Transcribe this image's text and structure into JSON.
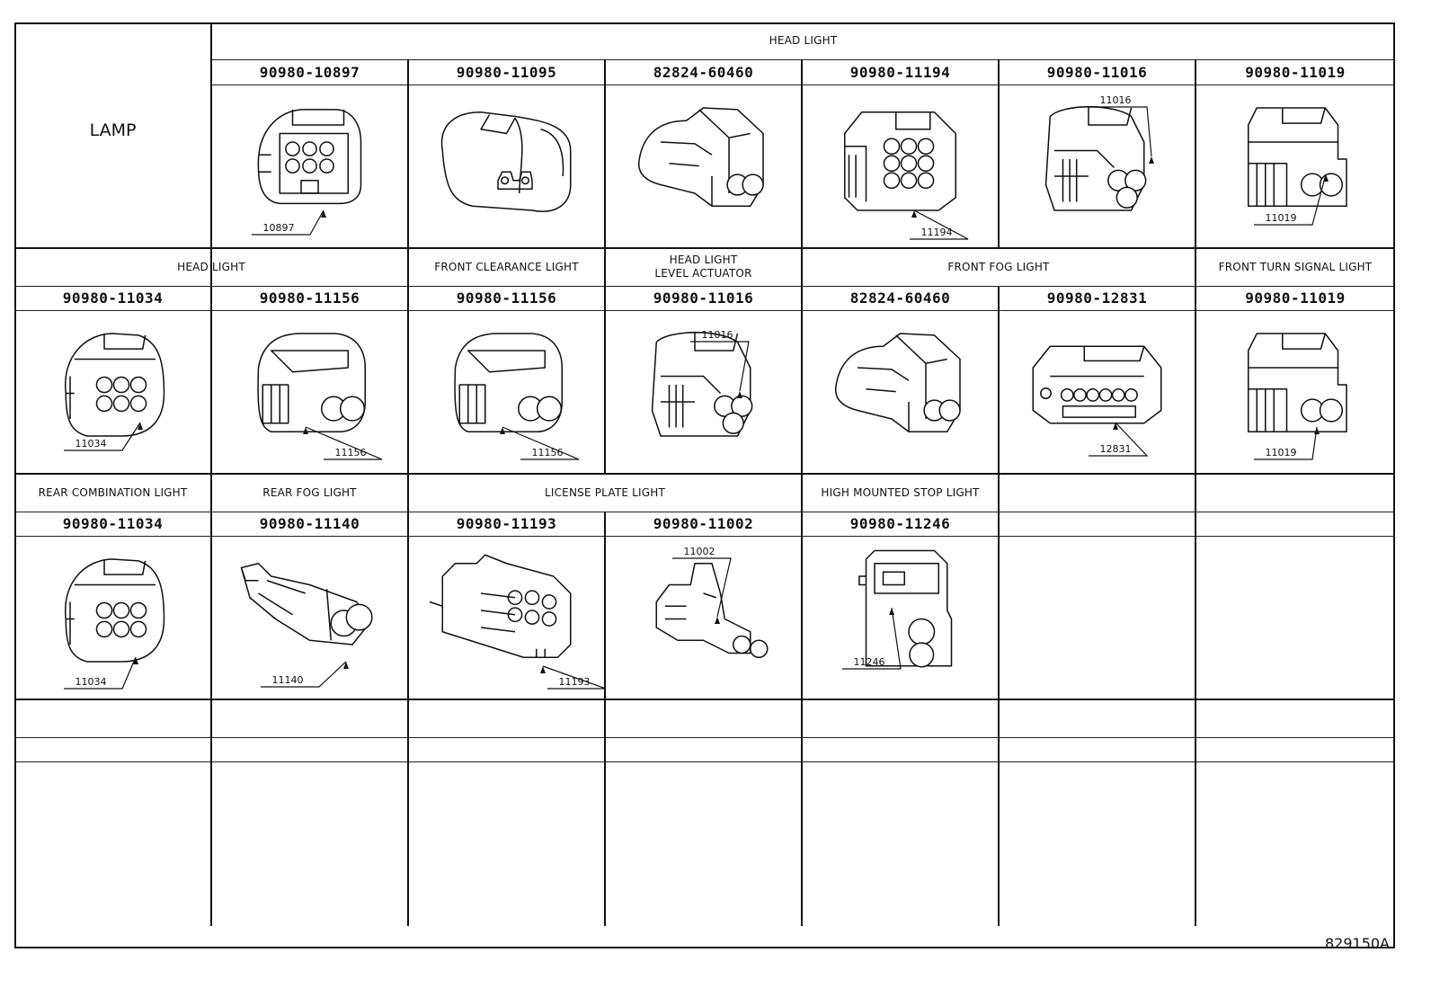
{
  "corner_label": "LAMP",
  "rows": [
    {
      "sections": [
        "HEAD LIGHT"
      ],
      "cells": [
        {
          "part_no": "90980-10897",
          "callout": "10897",
          "icon": "connector-8pin-icon"
        },
        {
          "part_no": "90980-11095",
          "callout": "",
          "icon": "connector-2pin-side-icon"
        },
        {
          "part_no": "82824-60460",
          "callout": "",
          "icon": "connector-2pin-wide-icon"
        },
        {
          "part_no": "90980-11194",
          "callout": "11194",
          "icon": "connector-6pin-icon"
        },
        {
          "part_no": "90980-11016",
          "callout": "11016",
          "icon": "connector-3pin-icon"
        },
        {
          "part_no": "90980-11019",
          "callout": "11019",
          "icon": "connector-2pin-square-icon"
        }
      ]
    },
    {
      "sections": [
        "HEAD LIGHT",
        "FRONT CLEARANCE LIGHT",
        "HEAD LIGHT\nLEVEL ACTUATOR",
        "FRONT FOG LIGHT",
        "FRONT TURN SIGNAL LIGHT"
      ],
      "cells": [
        {
          "part_no": "90980-11034",
          "callout": "11034",
          "icon": "connector-round-6pin-icon"
        },
        {
          "part_no": "90980-11156",
          "callout": "11156",
          "icon": "connector-2pin-housing-icon"
        },
        {
          "part_no": "90980-11156",
          "callout": "11156",
          "icon": "connector-2pin-housing-icon"
        },
        {
          "part_no": "90980-11016",
          "callout": "11016",
          "icon": "connector-3pin-icon"
        },
        {
          "part_no": "82824-60460",
          "callout": "",
          "icon": "connector-2pin-wide-icon"
        },
        {
          "part_no": "90980-12831",
          "callout": "12831",
          "icon": "connector-multi-pin-icon"
        },
        {
          "part_no": "90980-11019",
          "callout": "11019",
          "icon": "connector-2pin-square-icon"
        }
      ]
    },
    {
      "sections": [
        "REAR COMBINATION LIGHT",
        "REAR FOG LIGHT",
        "LICENSE PLATE LIGHT",
        "HIGH MOUNTED STOP LIGHT"
      ],
      "cells": [
        {
          "part_no": "90980-11034",
          "callout": "11034",
          "icon": "connector-round-6pin-icon"
        },
        {
          "part_no": "90980-11140",
          "callout": "11140",
          "icon": "connector-inline-2pin-icon"
        },
        {
          "part_no": "90980-11193",
          "callout": "11193",
          "icon": "connector-6pin-long-icon"
        },
        {
          "part_no": "90980-11002",
          "callout": "11002",
          "icon": "connector-inline-2pin-small-icon"
        },
        {
          "part_no": "90980-11246",
          "callout": "11246",
          "icon": "connector-2pin-tall-icon"
        }
      ]
    }
  ],
  "doc_id": "829150A"
}
